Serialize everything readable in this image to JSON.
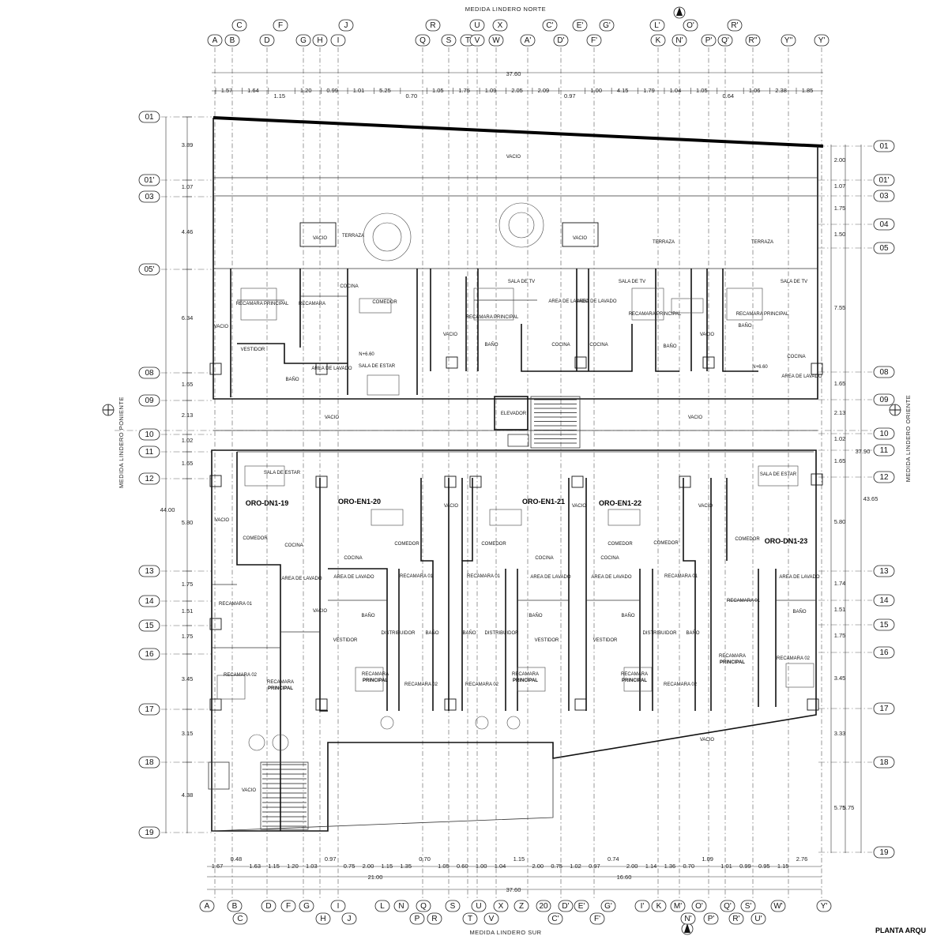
{
  "drawing": {
    "boundary_labels": {
      "north": "MEDIDA LINDERO NORTE",
      "south": "MEDIDA LINDERO SUR",
      "west": "MEDIDA LINDERO PONIENTE",
      "east": "MEDIDA LINDERO ORIENTE"
    },
    "title_partial": "PLANTA ARQU"
  },
  "grid_top_row_upper": [
    "C",
    "F",
    "J",
    "R",
    "U",
    "X",
    "C'",
    "E'",
    "G'",
    "L'",
    "O'",
    "R'"
  ],
  "grid_top_row_lower": [
    "A",
    "B",
    "D",
    "G",
    "H",
    "I",
    "Q",
    "S",
    "T",
    "V",
    "W",
    "A'",
    "D'",
    "F'",
    "K",
    "N'",
    "P'",
    "Q'",
    "R''",
    "Y''",
    "Y'"
  ],
  "grid_bottom_row_upper": [
    "A",
    "B",
    "D",
    "F",
    "G",
    "I",
    "L",
    "N",
    "Q",
    "S",
    "U",
    "X",
    "Z",
    "20",
    "D'",
    "E'",
    "G'",
    "I'",
    "K",
    "M'",
    "O'",
    "Q'",
    "S'",
    "W'",
    "Y'"
  ],
  "grid_bottom_row_lower": [
    "C",
    "H",
    "J",
    "P",
    "R",
    "T",
    "V",
    "C'",
    "F'",
    "N'",
    "P'",
    "R'",
    "U'"
  ],
  "grid_left": [
    "01",
    "01'",
    "03",
    "05'",
    "08",
    "09",
    "10",
    "11",
    "12",
    "13",
    "14",
    "15",
    "16",
    "17",
    "18",
    "19"
  ],
  "grid_right": [
    "01",
    "01'",
    "03",
    "04",
    "05",
    "08",
    "09",
    "10",
    "11",
    "12",
    "13",
    "14",
    "15",
    "16",
    "17",
    "18",
    "19"
  ],
  "dims_top": {
    "overall": "37.60",
    "segments": [
      "1.57",
      "1.64",
      "1.15",
      "1.20",
      "0.99",
      "1.01",
      "5.25",
      "0.70",
      "1.05",
      "1.75",
      "1.09",
      "2.05",
      "2.09",
      "0.97",
      "1.00",
      "4.15",
      "1.79",
      "1.04",
      "1.05",
      "0.64",
      "1.06",
      "2.38",
      "1.85"
    ]
  },
  "dims_bottom": {
    "overall": "37.60",
    "left_total": "21.00",
    "right_total": "16.60",
    "segments": [
      "1.67",
      "0.48",
      "1.63",
      "1.15",
      "1.20",
      "1.03",
      "0.97",
      "0.75",
      "2.00",
      "1.15",
      "1.35",
      "0.70",
      "1.05",
      "0.60",
      "1.00",
      "1.04",
      "1.15",
      "2.00",
      "0.75",
      "1.02",
      "0.97",
      "0.74",
      "2.00",
      "1.14",
      "1.36",
      "0.70",
      "1.09",
      "1.01",
      "0.99",
      "0.95",
      "1.15",
      "2.76"
    ]
  },
  "dims_left": {
    "overall": "44.00",
    "segments": [
      "3.89",
      "1.07",
      "4.46",
      "6.34",
      "1.65",
      "2.13",
      "1.02",
      "1.65",
      "5.80",
      "1.75",
      "1.51",
      "1.75",
      "3.45",
      "3.15",
      "4.38"
    ]
  },
  "dims_right": {
    "overall_a": "37.90",
    "overall_b": "43.65",
    "segments": [
      "2.00",
      "1.07",
      "1.75",
      "1.50",
      "7.55",
      "1.65",
      "2.13",
      "1.02",
      "1.65",
      "5.80",
      "1.74",
      "1.51",
      "1.75",
      "3.45",
      "3.33",
      "5.75",
      "5.75"
    ]
  },
  "rooms": {
    "vacio": "VACIO",
    "terraza": "TERRAZA",
    "recamara_principal": "RECAMARA PRINCIPAL",
    "recamara": "RECAMARA",
    "cocina": "COCINA",
    "comedor": "COMEDOR",
    "sala_tv": "SALA DE TV",
    "area_lavado": "AREA DE LAVADO",
    "sala_estar": "SALA DE ESTAR",
    "vestidor": "VESTIDOR",
    "bano": "BAÑO",
    "elevador": "ELEVADOR",
    "distribuidor": "DISTRIBUIDOR",
    "recamara_01": "RECAMARA 01",
    "recamara_02": "RECAMARA 02",
    "recamara_label": "RECAMARA",
    "principal_label": "PRINCIPAL",
    "level": "N+6.60"
  },
  "units": [
    "ORO-DN1-19",
    "ORO-EN1-20",
    "ORO-EN1-21",
    "ORO-EN1-22",
    "ORO-DN1-23"
  ]
}
